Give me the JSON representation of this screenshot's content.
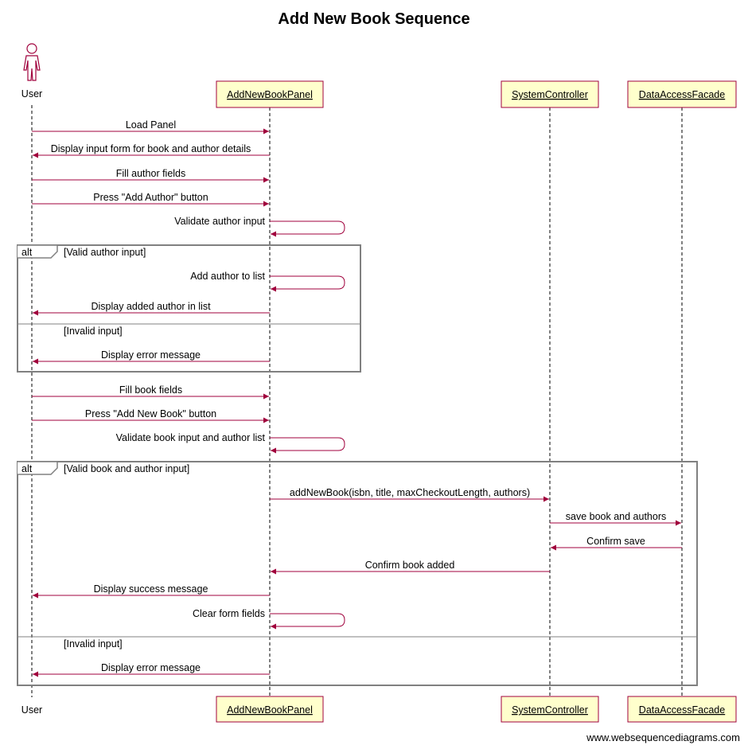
{
  "title": "Add New Book Sequence",
  "footer": "www.websequencediagrams.com",
  "colors": {
    "arrow": "#a0003c",
    "box_fill": "#ffffcc",
    "box_stroke": "#a0003c",
    "actor": "#a0003c",
    "frame": "#808080"
  },
  "participants": [
    {
      "id": "user",
      "name": "User",
      "kind": "actor"
    },
    {
      "id": "panel",
      "name": "AddNewBookPanel",
      "kind": "object"
    },
    {
      "id": "controller",
      "name": "SystemController",
      "kind": "object"
    },
    {
      "id": "facade",
      "name": "DataAccessFacade",
      "kind": "object"
    }
  ],
  "messages": [
    {
      "from": "user",
      "to": "panel",
      "label": "Load Panel"
    },
    {
      "from": "panel",
      "to": "user",
      "label": "Display input form for book and author details"
    },
    {
      "from": "user",
      "to": "panel",
      "label": "Fill author fields"
    },
    {
      "from": "user",
      "to": "panel",
      "label": "Press \"Add Author\" button"
    },
    {
      "from": "panel",
      "to": "panel",
      "label": "Validate author input"
    },
    {
      "from": "panel",
      "to": "panel",
      "label": "Add author to list"
    },
    {
      "from": "panel",
      "to": "user",
      "label": "Display added author in list"
    },
    {
      "from": "panel",
      "to": "user",
      "label": "Display error message"
    },
    {
      "from": "user",
      "to": "panel",
      "label": "Fill book fields"
    },
    {
      "from": "user",
      "to": "panel",
      "label": "Press \"Add New Book\" button"
    },
    {
      "from": "panel",
      "to": "panel",
      "label": "Validate book input and author list"
    },
    {
      "from": "panel",
      "to": "controller",
      "label": "addNewBook(isbn, title, maxCheckoutLength, authors)"
    },
    {
      "from": "controller",
      "to": "facade",
      "label": "save book and authors"
    },
    {
      "from": "facade",
      "to": "controller",
      "label": "Confirm save"
    },
    {
      "from": "controller",
      "to": "panel",
      "label": "Confirm book added"
    },
    {
      "from": "panel",
      "to": "user",
      "label": "Display success message"
    },
    {
      "from": "panel",
      "to": "panel",
      "label": "Clear form fields"
    },
    {
      "from": "panel",
      "to": "user",
      "label": "Display error message"
    }
  ],
  "fragments": [
    {
      "operator": "alt",
      "conditions": [
        "[Valid author input]",
        "[Invalid input]"
      ]
    },
    {
      "operator": "alt",
      "conditions": [
        "[Valid book and author input]",
        "[Invalid input]"
      ]
    }
  ]
}
